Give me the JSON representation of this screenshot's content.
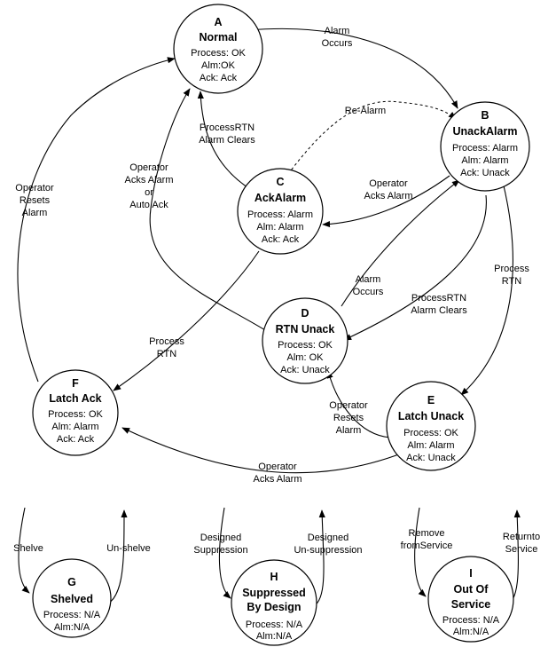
{
  "states": {
    "A": {
      "letter": "A",
      "name": [
        "Normal"
      ],
      "details": [
        "Process: OK",
        "Alm:OK",
        "Ack: Ack"
      ]
    },
    "B": {
      "letter": "B",
      "name": [
        "UnackAlarm"
      ],
      "details": [
        "Process: Alarm",
        "Alm: Alarm",
        "Ack: Unack"
      ]
    },
    "C": {
      "letter": "C",
      "name": [
        "AckAlarm"
      ],
      "details": [
        "Process: Alarm",
        "Alm: Alarm",
        "Ack: Ack"
      ]
    },
    "D": {
      "letter": "D",
      "name": [
        "RTN Unack"
      ],
      "details": [
        "Process: OK",
        "Alm: OK",
        "Ack: Unack"
      ]
    },
    "E": {
      "letter": "E",
      "name": [
        "Latch Unack"
      ],
      "details": [
        "Process: OK",
        "Alm: Alarm",
        "Ack: Unack"
      ]
    },
    "F": {
      "letter": "F",
      "name": [
        "Latch Ack"
      ],
      "details": [
        "Process: OK",
        "Alm: Alarm",
        "Ack: Ack"
      ]
    },
    "G": {
      "letter": "G",
      "name": [
        "Shelved"
      ],
      "details": [
        "Process: N/A",
        "Alm:N/A"
      ]
    },
    "H": {
      "letter": "H",
      "name": [
        "Suppressed",
        "By Design"
      ],
      "details": [
        "Process: N/A",
        "Alm:N/A"
      ]
    },
    "I": {
      "letter": "I",
      "name": [
        "Out Of",
        "Service"
      ],
      "details": [
        "Process: N/A",
        "Alm:N/A"
      ]
    }
  },
  "transitions": {
    "a_to_b": [
      "Alarm",
      "Occurs"
    ],
    "c_to_b": [
      "Re-Alarm"
    ],
    "c_to_a": [
      "ProcessRTN",
      "Alarm Clears"
    ],
    "b_to_c": [
      "Operator",
      "Acks Alarm"
    ],
    "c_d_to_a": [
      "Operator",
      "Acks Alarm",
      "or",
      "Auto Ack"
    ],
    "f_to_a": [
      "Operator",
      "Resets",
      "Alarm"
    ],
    "d_to_b": [
      "Alarm",
      "Occurs"
    ],
    "b_to_d": [
      "ProcessRTN",
      "Alarm Clears"
    ],
    "b_to_e": [
      "Process",
      "RTN"
    ],
    "c_to_f": [
      "Process",
      "RTN"
    ],
    "e_to_d": [
      "Operator",
      "Resets",
      "Alarm"
    ],
    "e_to_f": [
      "Operator",
      "Acks Alarm"
    ],
    "shelve": [
      "Shelve"
    ],
    "unshelve": [
      "Un-shelve"
    ],
    "suppress": [
      "Designed",
      "Suppression"
    ],
    "unsuppress": [
      "Designed",
      "Un-suppression"
    ],
    "remove": [
      "Remove",
      "fromService"
    ],
    "return": [
      "Returnto",
      "Service"
    ]
  }
}
